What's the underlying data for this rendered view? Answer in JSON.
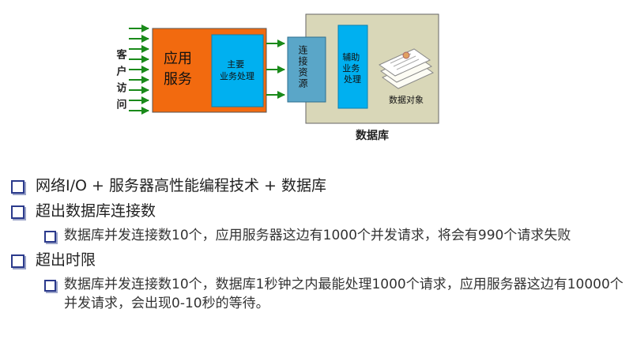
{
  "diagram": {
    "client_label": "客户访问",
    "app_server_label": "应用服务",
    "main_processing_label": "主要业务处理",
    "connection_resource_label": "连接资源",
    "aux_processing_label": "辅助业务处理",
    "data_objects_label": "数据对象",
    "database_label": "数据库",
    "colors": {
      "app_server": "#f26a0f",
      "processing": "#00b0f0",
      "connection": "#5aa6c8",
      "database_bg": "#d9d7b8",
      "arrows": "#1a8a1a"
    },
    "icons": [
      "document-stack-icon"
    ]
  },
  "bullets": [
    {
      "text": "网络I/O + 服务器高性能编程技术 + 数据库",
      "sub": []
    },
    {
      "text": "超出数据库连接数",
      "sub": [
        "数据库并发连接数10个，应用服务器这边有1000个并发请求，将会有990个请求失败"
      ]
    },
    {
      "text": "超出时限",
      "sub": [
        "数据库并发连接数10个，数据库1秒钟之内最能处理1000个请求，应用服务器这边有10000个并发请求，会出现0-10秒的等待。"
      ]
    }
  ]
}
